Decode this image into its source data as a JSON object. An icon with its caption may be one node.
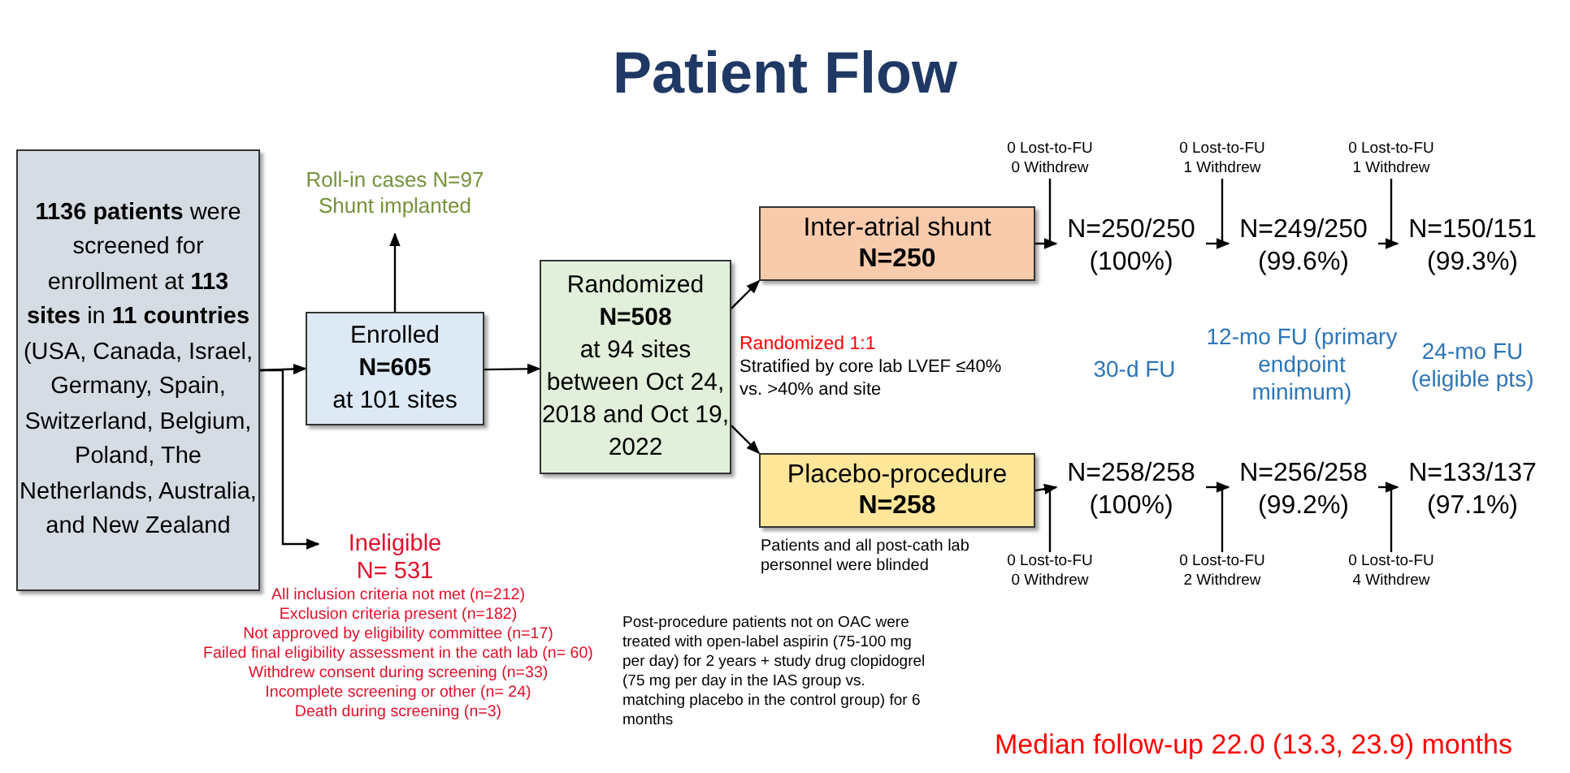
{
  "diagram": {
    "title": "Patient Flow",
    "nodes": [
      {
        "text": [
          "**1136 patients** were screened for enrollment at **113 sites** in **11 countries** (USA, Canada, Israel, Germany, Spain, Switzerland, Belgium, Poland, The Netherlands, Australia, and New Zealand"
        ]
      },
      {
        "text": [
          "Roll-in cases N=97 Shunt implanted"
        ]
      },
      {
        "text": [
          "Enrolled",
          "N=605",
          "at 101 sites"
        ]
      },
      {
        "text": [
          "Ineligible",
          "N= 531"
        ]
      },
      {
        "text": [
          "Randomized",
          "N=508",
          "at 94 sites between Oct 24, 2018 and Oct 19, 2022"
        ]
      },
      {
        "text": [
          "Inter-atrial shunt",
          "N=250"
        ]
      },
      {
        "text": [
          "Placebo-procedure",
          "N=258"
        ],
        "beside": [
          "Patients and all post-cath lab personnel were blinded"
        ]
      },
      {
        "text": [
          "N=250/250",
          "(100%)"
        ]
      },
      {
        "text": [
          "N=249/250",
          "(99.6%)"
        ]
      },
      {
        "text": [
          "N=150/151",
          "(99.3%)"
        ]
      },
      {
        "text": [
          "N=258/258",
          "(100%)"
        ]
      },
      {
        "text": [
          "N=256/258",
          "(99.2%)"
        ]
      },
      {
        "text": [
          "N=133/137",
          "(97.1%)"
        ]
      },
      {
        "text": [
          "0 Lost-to-FU 0 Withdrew"
        ]
      },
      {
        "text": [
          "0 Lost-to-FU 1 Withdrew"
        ]
      },
      {
        "text": [
          "0 Lost-to-FU 1 Withdrew"
        ]
      },
      {
        "text": [
          "0 Lost-to-FU 0 Withdrew"
        ]
      },
      {
        "text": [
          "0 Lost-to-FU 2 Withdrew"
        ]
      },
      {
        "text": [
          "0 Lost-to-FU 4 Withdrew"
        ]
      }
    ],
    "edges": [
      {
        "from": 0,
        "to": 2,
        "arrow": "to"
      },
      {
        "from": 0,
        "to": 3,
        "arrow": "to"
      },
      {
        "from": 2,
        "to": 1,
        "arrow": "to"
      },
      {
        "from": 2,
        "to": 4,
        "arrow": "to"
      },
      {
        "from": 4,
        "to": 5,
        "arrow": "to"
      },
      {
        "from": 4,
        "to": 6,
        "arrow": "to"
      },
      {
        "from": 5,
        "to": 7,
        "arrow": "to"
      },
      {
        "from": 7,
        "to": 8,
        "arrow": "to"
      },
      {
        "from": 8,
        "to": 9,
        "arrow": "to"
      },
      {
        "from": 6,
        "to": 10,
        "arrow": "to"
      },
      {
        "from": 10,
        "to": 11,
        "arrow": "to"
      },
      {
        "from": 11,
        "to": 12,
        "arrow": "to"
      },
      {
        "from": 13,
        "to": 7,
        "arrow": "none"
      },
      {
        "from": 14,
        "to": 8,
        "arrow": "none"
      },
      {
        "from": 15,
        "to": 9,
        "arrow": "none"
      },
      {
        "from": 16,
        "to": 10,
        "arrow": "none"
      },
      {
        "from": 17,
        "to": 11,
        "arrow": "none"
      },
      {
        "from": 18,
        "to": 12,
        "arrow": "none"
      }
    ],
    "labels": [
      "Randomized 1:1",
      "Stratified by core lab LVEF ≤40% vs. >40% and site",
      "30-d FU",
      "12-mo FU (primary endpoint minimum)",
      "24-mo FU (eligible pts)",
      "All inclusion criteria not met (n=212)",
      "Exclusion criteria present (n=182)",
      "Not approved by eligibility committee (n=17)",
      "Failed final eligibility assessment in the cath lab (n= 60)",
      "Withdrew consent during screening (n=33)",
      "Incomplete screening or other (n= 24)",
      "Death during screening (n=3)",
      "Post-procedure patients not on OAC were treated with open-label aspirin (75-100 mg per day) for 2 years + study drug clopidogrel (75 mg per day in the IAS group vs. matching placebo in the control group) for 6 months",
      "Median follow-up 22.0 (13.3, 23.9) months"
    ]
  }
}
